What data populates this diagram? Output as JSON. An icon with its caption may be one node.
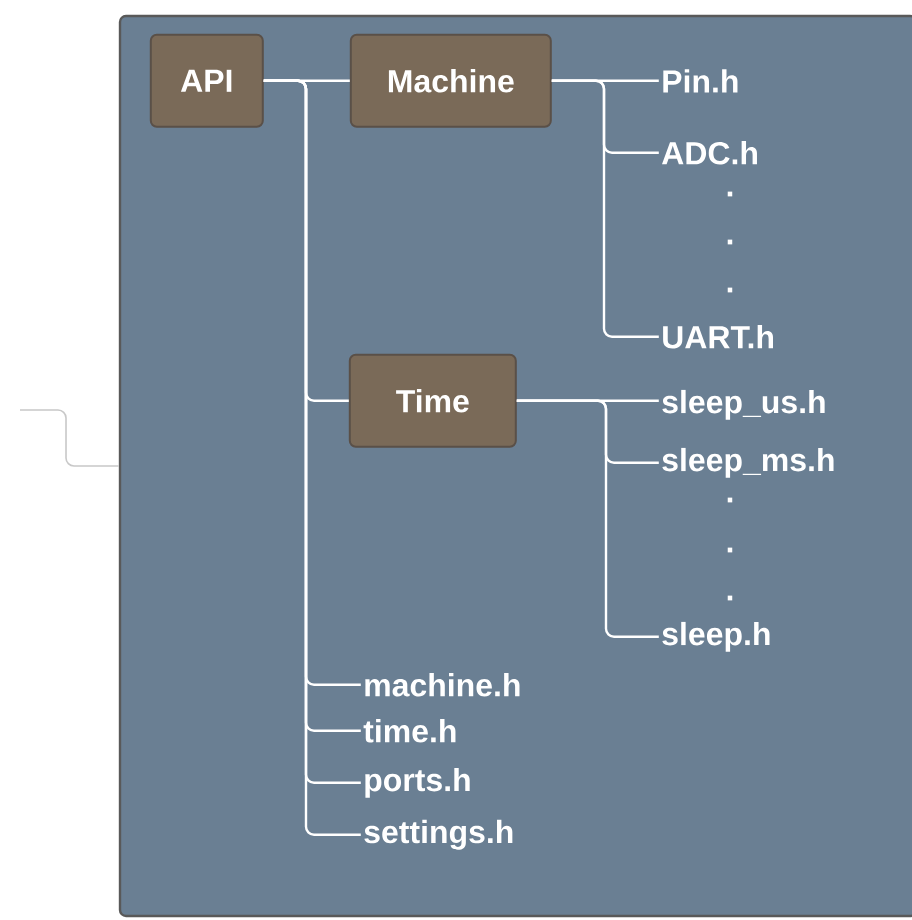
{
  "diagram": {
    "nodes": [
      {
        "text": [],
        "shape": "box"
      },
      {
        "text": [
          "API"
        ],
        "in": 0
      },
      {
        "text": [
          "Machine"
        ],
        "in": 0
      },
      {
        "text": [
          "Pin.h"
        ],
        "in": 0
      },
      {
        "text": [
          "ADC.h"
        ],
        "in": 0
      },
      {
        "text": [
          "UART.h"
        ],
        "in": 0
      },
      {
        "text": [
          "Time"
        ],
        "in": 0
      },
      {
        "text": [
          "sleep_us.h"
        ],
        "in": 0
      },
      {
        "text": [
          "sleep_ms.h"
        ],
        "in": 0
      },
      {
        "text": [
          "sleep.h"
        ],
        "in": 0
      },
      {
        "text": [
          "machine.h"
        ],
        "in": 0
      },
      {
        "text": [
          "time.h"
        ],
        "in": 0
      },
      {
        "text": [
          "ports.h"
        ],
        "in": 0
      },
      {
        "text": [
          "settings.h"
        ],
        "in": 0
      }
    ],
    "edges": [
      {
        "from": null,
        "to": 0,
        "arrow": "none",
        "color": "#c8c8c8"
      },
      {
        "from": 1,
        "to": 2,
        "arrow": "none"
      },
      {
        "from": 1,
        "to": 6,
        "arrow": "none"
      },
      {
        "from": 1,
        "to": 10,
        "arrow": "none"
      },
      {
        "from": 1,
        "to": 11,
        "arrow": "none"
      },
      {
        "from": 1,
        "to": 12,
        "arrow": "none"
      },
      {
        "from": 1,
        "to": 13,
        "arrow": "none"
      },
      {
        "from": 2,
        "to": 3,
        "arrow": "none"
      },
      {
        "from": 2,
        "to": 4,
        "arrow": "none"
      },
      {
        "from": 2,
        "to": 5,
        "arrow": "none"
      },
      {
        "from": 6,
        "to": 7,
        "arrow": "none"
      },
      {
        "from": 6,
        "to": 8,
        "arrow": "none"
      },
      {
        "from": 6,
        "to": 9,
        "arrow": "none"
      }
    ],
    "labels": [
      ".",
      ".",
      ".",
      ".",
      ".",
      "."
    ]
  }
}
